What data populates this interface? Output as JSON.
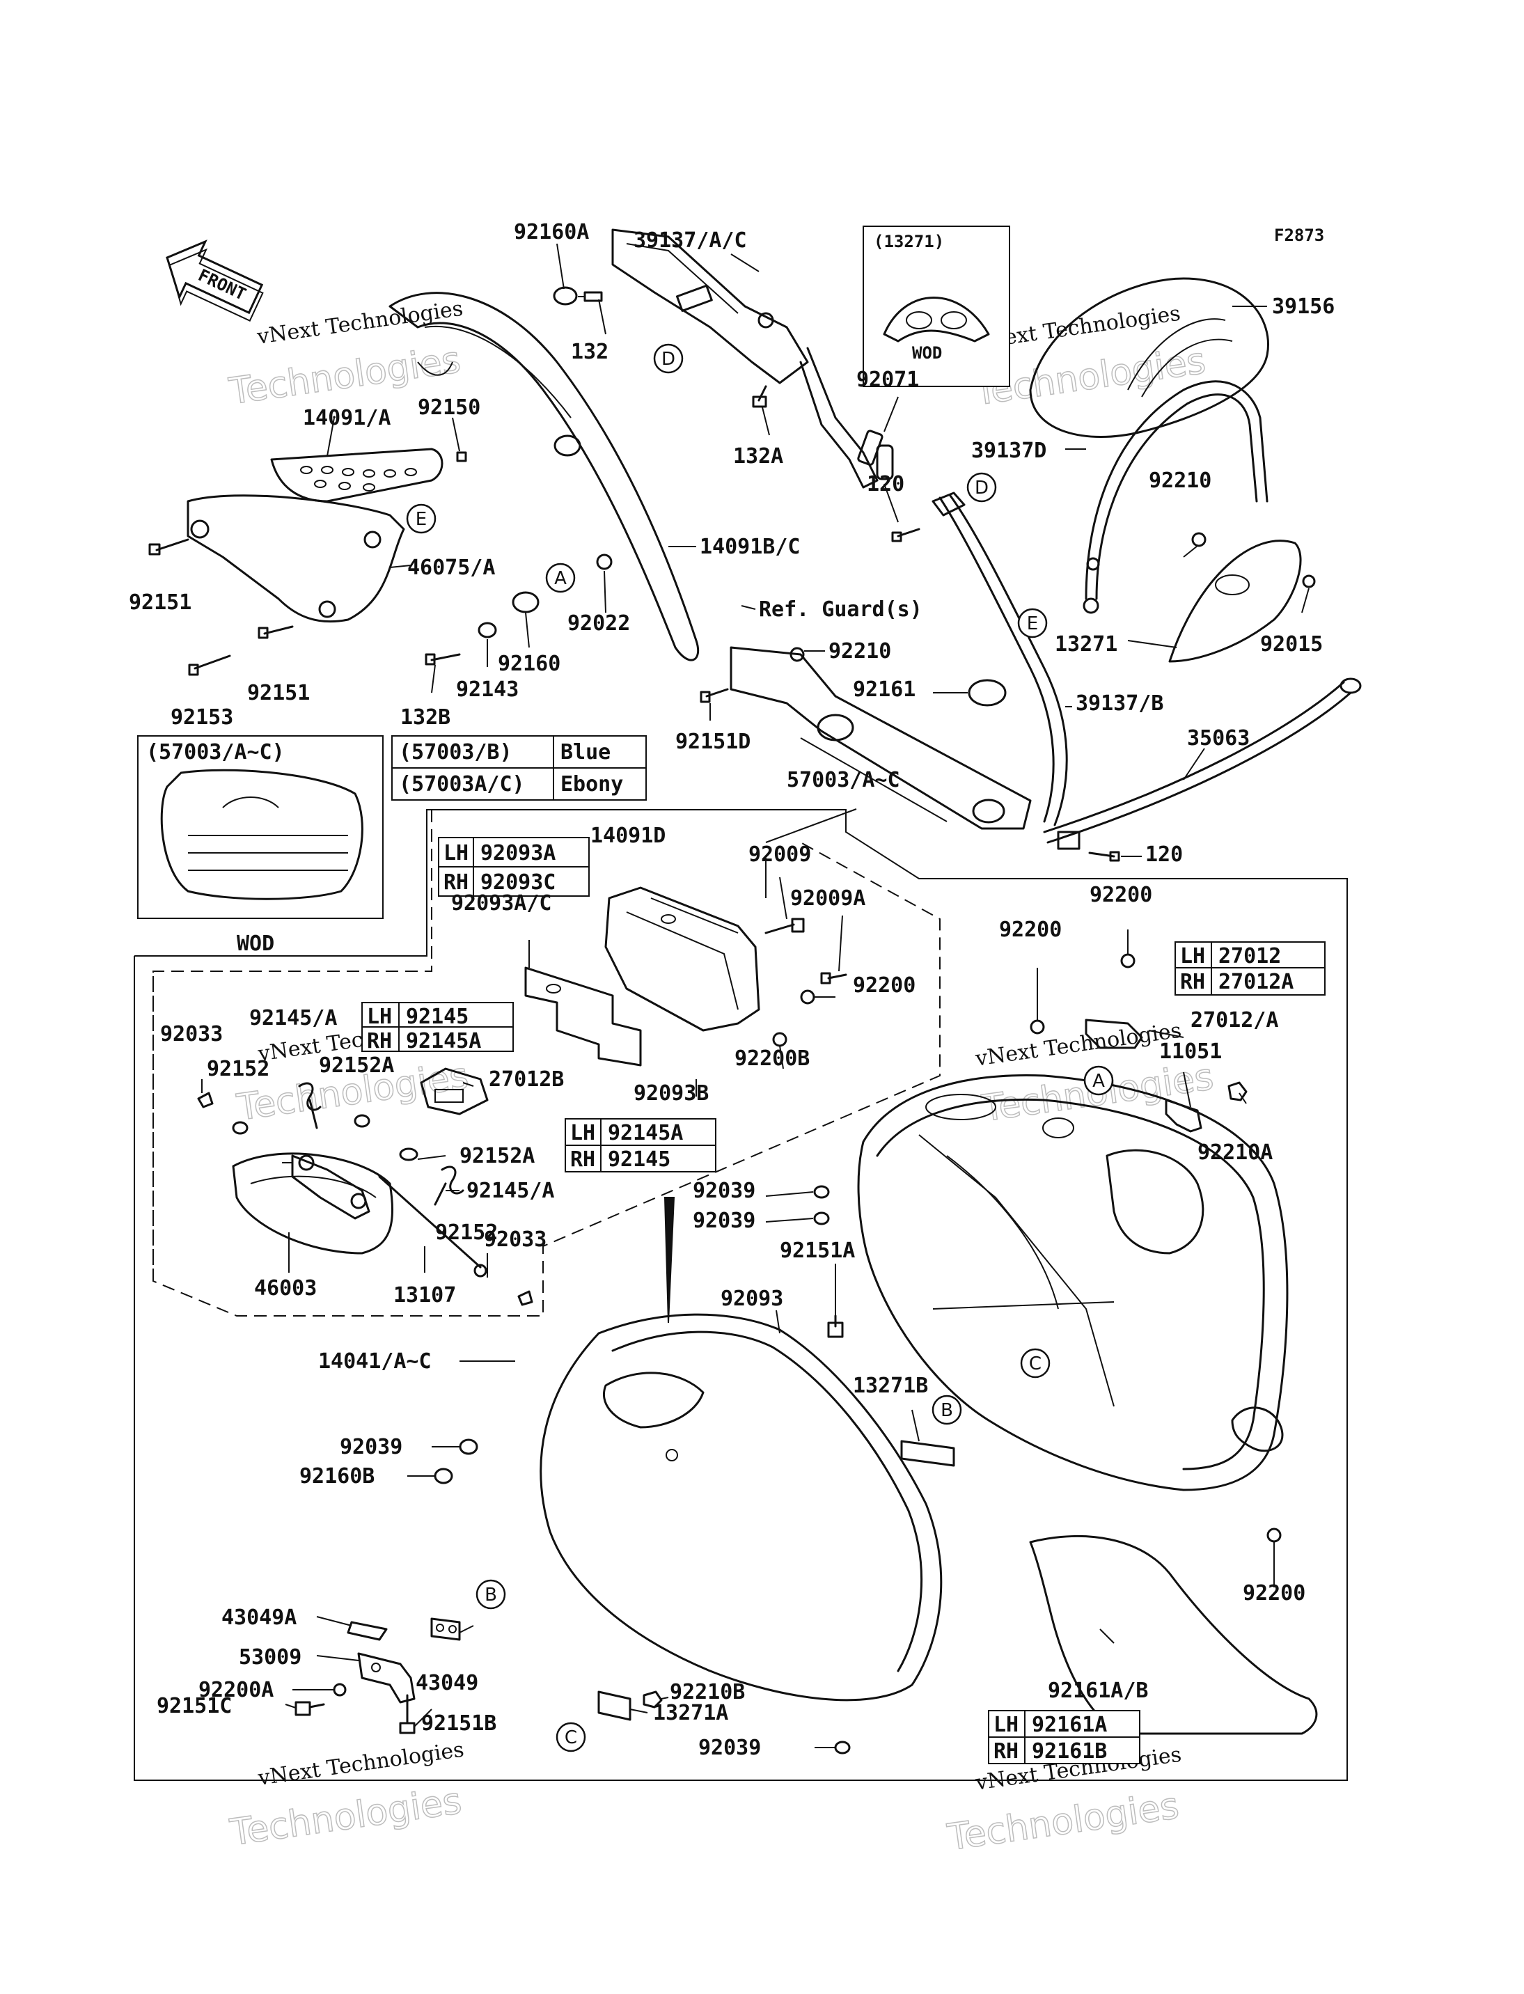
{
  "figure_code": "F2873",
  "front_label": "FRONT",
  "watermark": {
    "line1": "vNext Technologies",
    "line2": "Technologies"
  },
  "variant_tables": {
    "color_table": [
      {
        "code": "(57003/B)",
        "color": "Blue"
      },
      {
        "code": "(57003A/C)",
        "color": "Ebony"
      }
    ],
    "wod_57003": {
      "title": "(57003/A~C)",
      "note": "WOD"
    },
    "wod_13271": {
      "title": "(13271)",
      "note": "WOD"
    },
    "lhrh_92093": [
      {
        "side": "LH",
        "part": "92093A"
      },
      {
        "side": "RH",
        "part": "92093C"
      }
    ],
    "lhrh_92145_top": [
      {
        "side": "LH",
        "part": "92145"
      },
      {
        "side": "RH",
        "part": "92145A"
      }
    ],
    "lhrh_92145_mid": [
      {
        "side": "LH",
        "part": "92145A"
      },
      {
        "side": "RH",
        "part": "92145"
      }
    ],
    "lhrh_27012": [
      {
        "side": "LH",
        "part": "27012"
      },
      {
        "side": "RH",
        "part": "27012A"
      }
    ],
    "lhrh_92161": [
      {
        "side": "LH",
        "part": "92161A"
      },
      {
        "side": "RH",
        "part": "92161B"
      }
    ]
  },
  "ref_circles": [
    "A",
    "B",
    "C",
    "D",
    "E"
  ],
  "labels": {
    "l_92160A": "92160A",
    "l_39137AC": "39137/A/C",
    "l_132": "132",
    "l_132A": "132A",
    "l_92071": "92071",
    "l_39156": "39156",
    "l_39137D": "39137D",
    "l_14091A": "14091/A",
    "l_92150": "92150",
    "l_46075A": "46075/A",
    "l_92151_a": "92151",
    "l_92151_b": "92151",
    "l_92153": "92153",
    "l_14091BC": "14091B/C",
    "l_92022": "92022",
    "l_92160": "92160",
    "l_92143": "92143",
    "l_132B": "132B",
    "l_120_a": "120",
    "l_92210_a": "92210",
    "l_13271": "13271",
    "l_92015": "92015",
    "l_ref_guard": "Ref. Guard(s)",
    "l_92210_b": "92210",
    "l_92161": "92161",
    "l_39137B": "39137/B",
    "l_35063": "35063",
    "l_92151D": "92151D",
    "l_57003AC": "57003/A~C",
    "l_120_b": "120",
    "l_14091D": "14091D",
    "l_92009": "92009",
    "l_92009A": "92009A",
    "l_92093AC": "92093A/C",
    "l_92200_a": "92200",
    "l_92200B": "92200B",
    "l_92093B": "92093B",
    "l_92200_b": "92200",
    "l_92200_c": "92200",
    "l_27012A": "27012/A",
    "l_11051": "11051",
    "l_92210A": "92210A",
    "l_92145A_top": "92145/A",
    "l_92033_a": "92033",
    "l_92152_a": "92152",
    "l_92152A_top": "92152A",
    "l_27012B": "27012B",
    "l_92152A": "92152A",
    "l_92145A": "92145/A",
    "l_92152_b": "92152",
    "l_92033_b": "92033",
    "l_46003": "46003",
    "l_13107": "13107",
    "l_92039_a": "92039",
    "l_92039_b": "92039",
    "l_92151A": "92151A",
    "l_92093": "92093",
    "l_14041AC": "14041/A~C",
    "l_13271B": "13271B",
    "l_92039_c": "92039",
    "l_92160B": "92160B",
    "l_43049A": "43049A",
    "l_53009": "53009",
    "l_92200A": "92200A",
    "l_92151C": "92151C",
    "l_43049": "43049",
    "l_92151B": "92151B",
    "l_92210B": "92210B",
    "l_13271A": "13271A",
    "l_92039_d": "92039",
    "l_92200_d": "92200",
    "l_92161AB": "92161A/B"
  }
}
